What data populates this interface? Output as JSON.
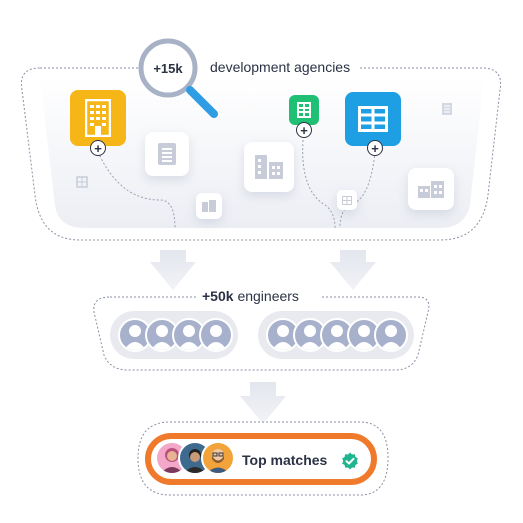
{
  "agencies": {
    "count": "+15k",
    "label": "development agencies"
  },
  "engineers": {
    "count": "+50k",
    "label": "engineers"
  },
  "result": {
    "label": "Top matches"
  },
  "colors": {
    "accent_orange": "#f07a2b",
    "tile_yellow": "#f6b617",
    "tile_green": "#1fbf74",
    "tile_blue": "#1f9fe3",
    "avatar_gray": "#a7b1cc",
    "check_teal": "#1fb58f",
    "lens_blue": "#2f9de4"
  },
  "icons": [
    "search-icon",
    "building-icon",
    "plus-icon",
    "user-icon",
    "checkmark-badge-icon"
  ]
}
